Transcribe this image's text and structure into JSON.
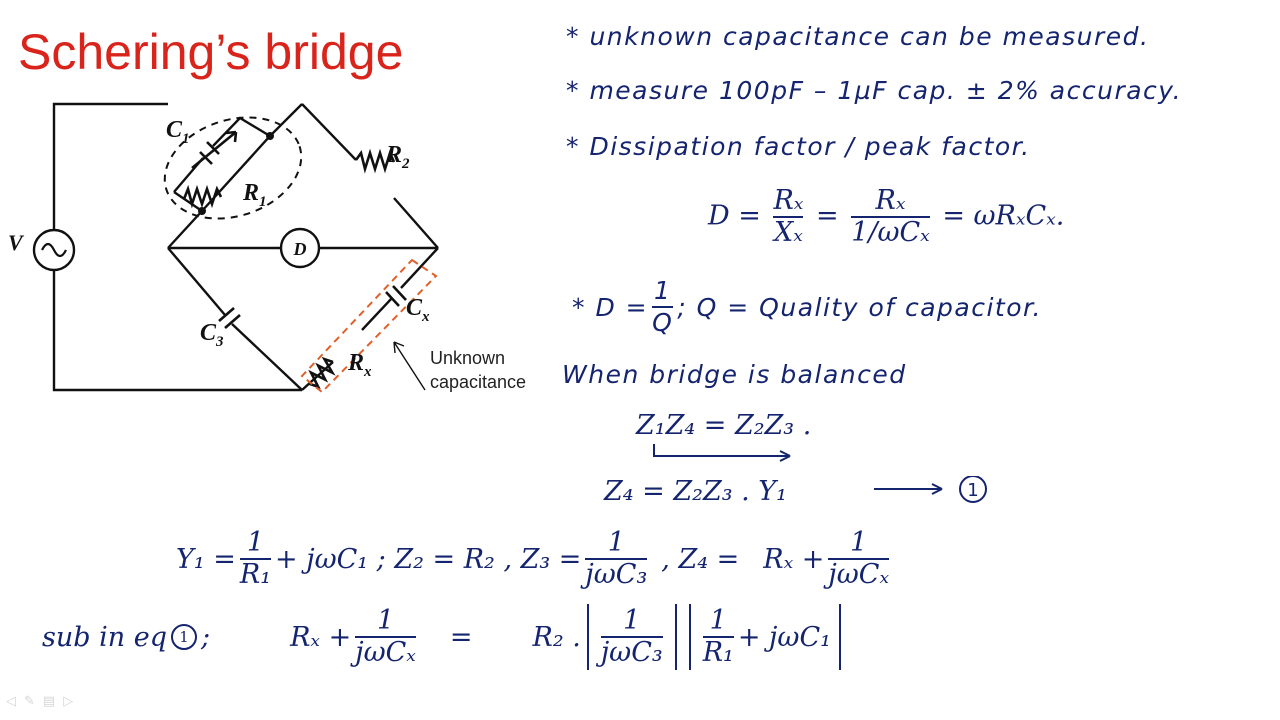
{
  "title": "Schering’s bridge",
  "colors": {
    "title": "#d9241c",
    "ink": "#14246e",
    "diagram": "#111111",
    "dashed_highlight": "#e0602a"
  },
  "circuit": {
    "labels": {
      "c1": "C",
      "c1_sub": "1",
      "r1": "R",
      "r1_sub": "1",
      "r2": "R",
      "r2_sub": "2",
      "c3": "C",
      "c3_sub": "3",
      "cx": "C",
      "cx_sub": "x",
      "rx": "R",
      "rx_sub": "x",
      "source": "V",
      "detector": "D"
    },
    "callout": {
      "line1": "Unknown",
      "line2": "capacitance"
    }
  },
  "notes": {
    "n1": "* unknown capacitance can be measured.",
    "n2": "* measure 100pF – 1µF cap. ± 2% accuracy.",
    "n3": "* Dissipation factor / peak factor.",
    "n5_prefix": "* D =",
    "n5_num": "1",
    "n5_den": "Q",
    "n5_suffix": ";  Q = Quality of capacitor.",
    "balanced": "When bridge is balanced"
  },
  "equations": {
    "d_lhs": "D =",
    "d_f1_num": "Rₓ",
    "d_f1_den": "Xₓ",
    "d_eq2": "=",
    "d_f2_num": "Rₓ",
    "d_f2_den": "1/ωCₓ",
    "d_rhs": "= ωRₓCₓ.",
    "balance": "Z₁Z₄ = Z₂Z₃ .",
    "z4": "Z₄ = Z₂Z₃ . Y₁",
    "ref": "1",
    "y1_lhs": "Y₁ =",
    "y1_num": "1",
    "y1_den": "R₁",
    "y1_tail": "+ jωC₁ ;   Z₂ = R₂ ,  Z₃ =",
    "z3_num": "1",
    "z3_den": "jωC₃",
    "z4b_lhs": ", Z₄ =",
    "z4b_r": "Rₓ +",
    "z4b_num": "1",
    "z4b_den": "jωCₓ",
    "sub": "sub in eq",
    "sub_ref": "1",
    "sub_semi": ";",
    "s_lhs": "Rₓ +",
    "s_num": "1",
    "s_den": "jωCₓ",
    "s_eq": "=",
    "s_r2": "R₂ .",
    "s_b1_num": "1",
    "s_b1_den": "jωC₃",
    "s_b2_num": "1",
    "s_b2_den": "R₁",
    "s_b2_tail": "+ jωC₁"
  }
}
